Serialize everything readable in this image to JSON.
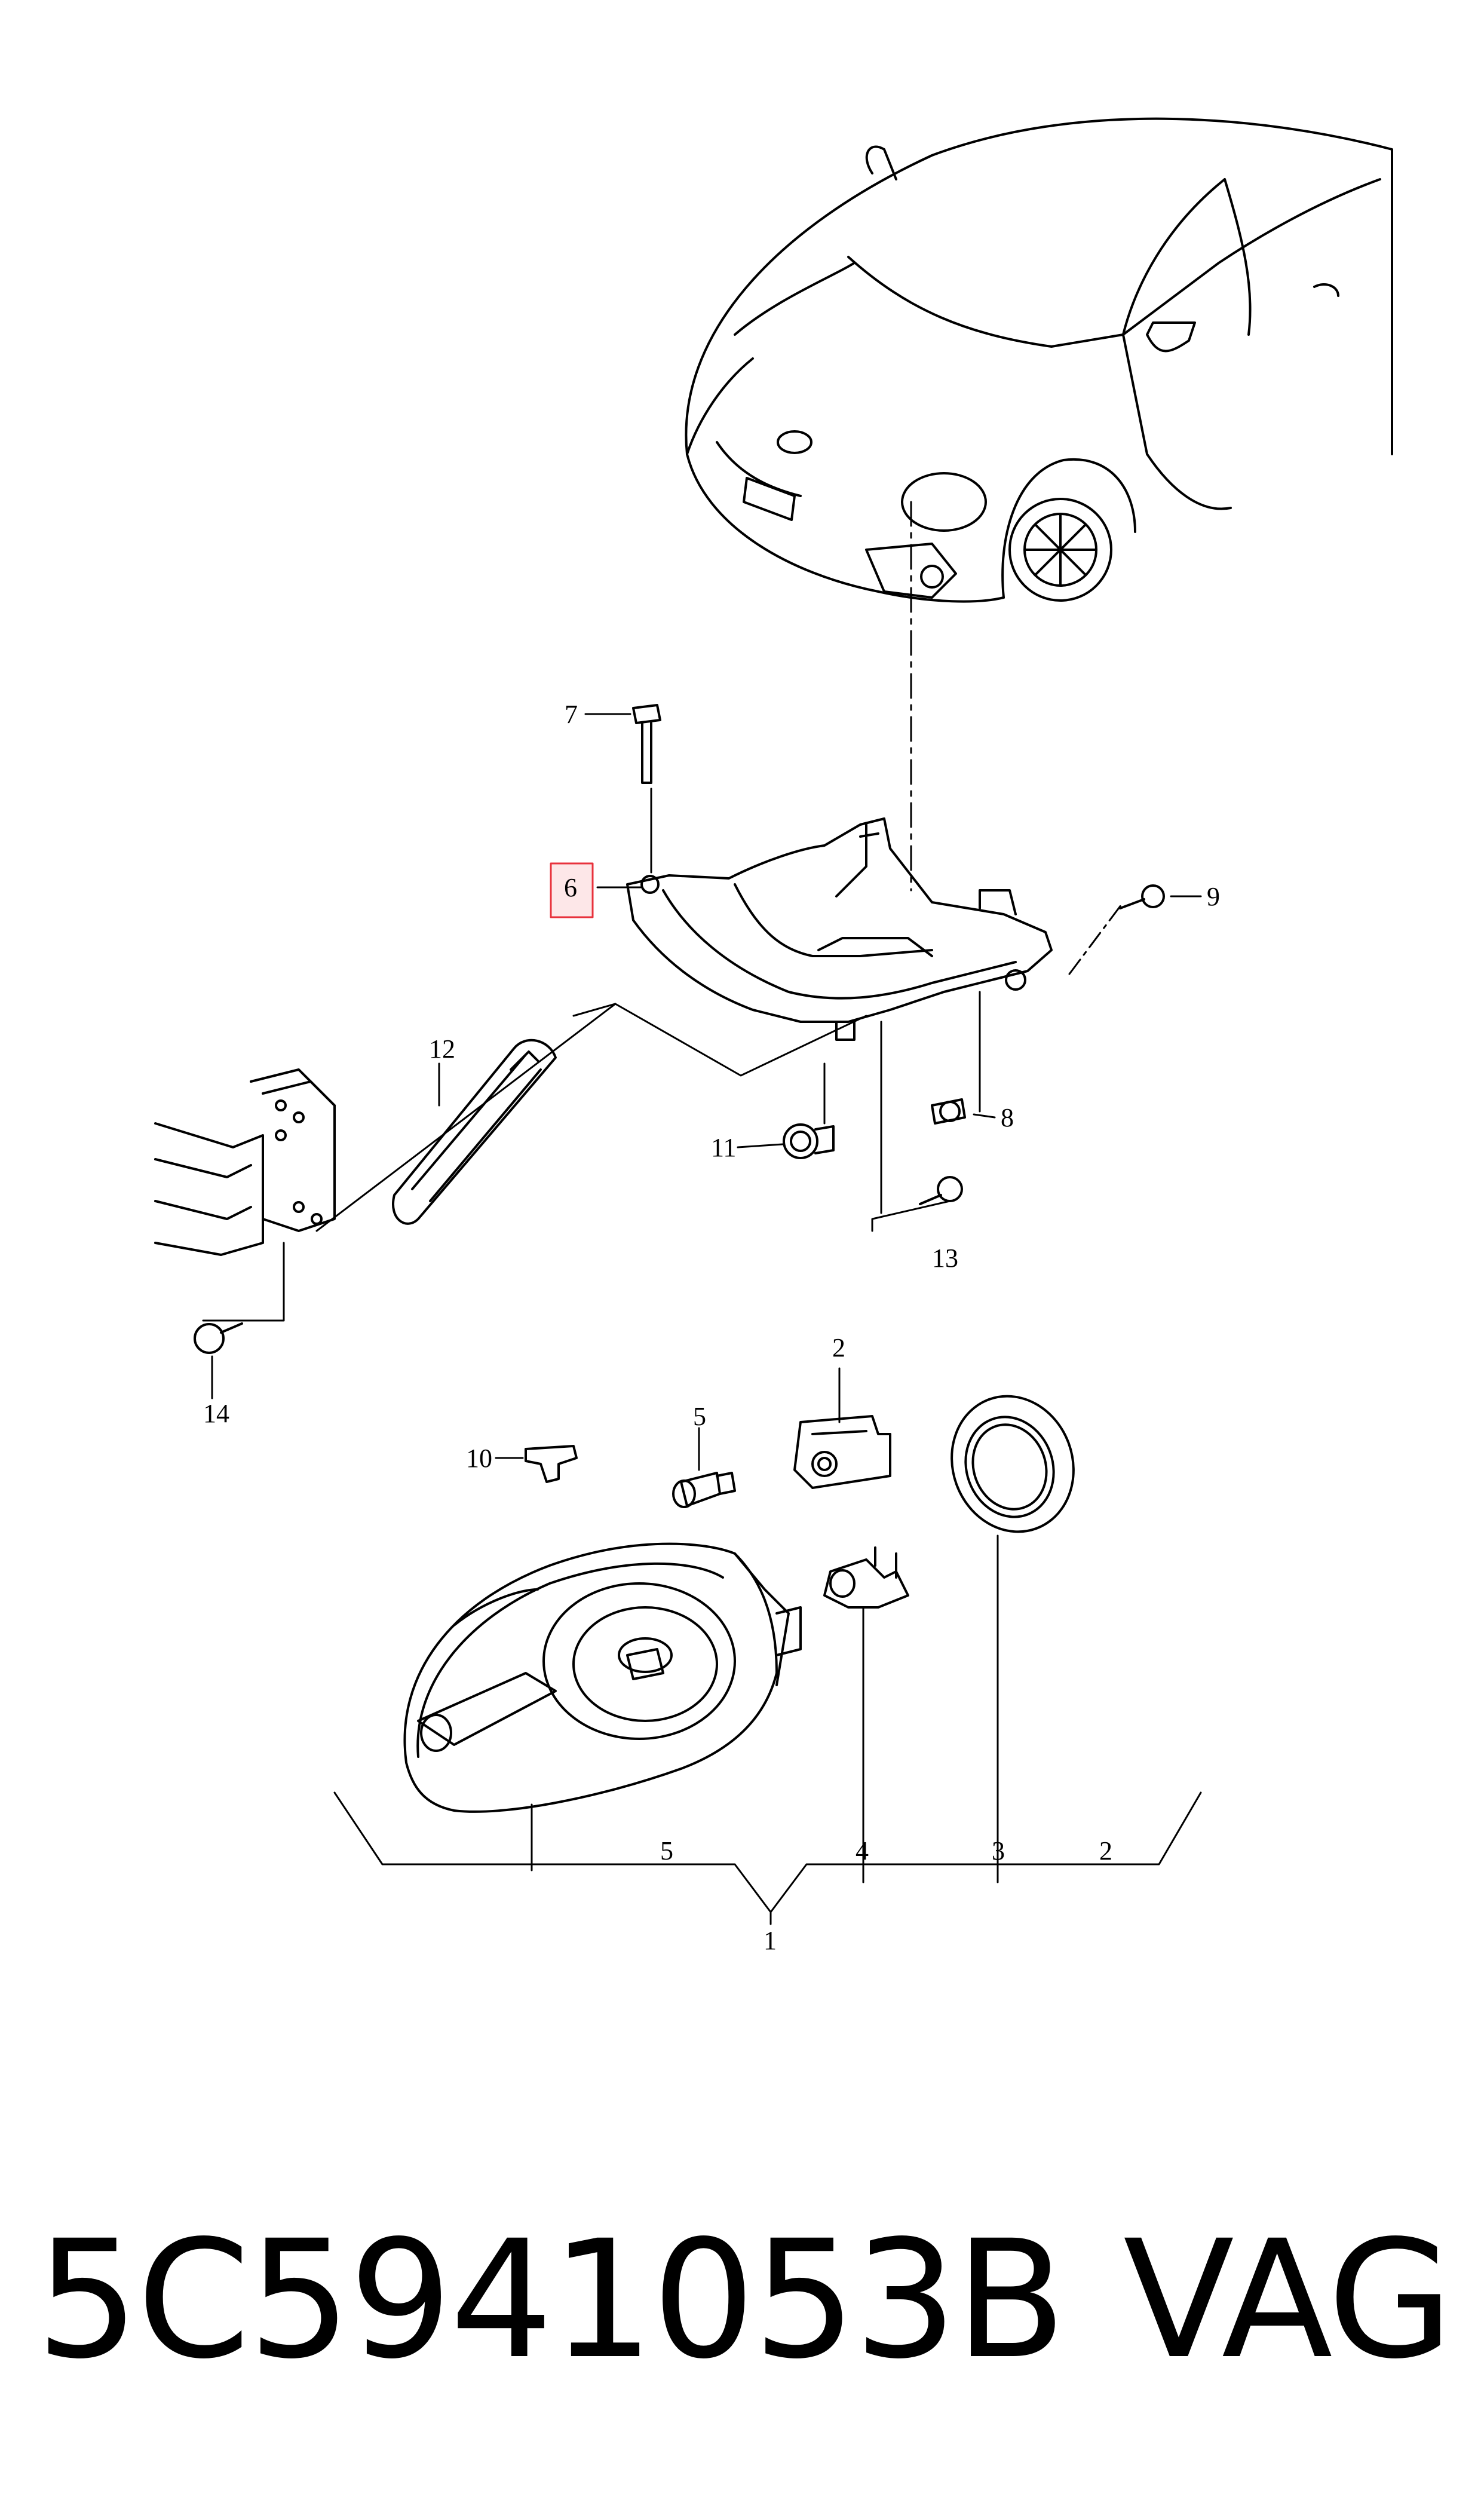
{
  "labels": {
    "l1": "1",
    "l2a": "2",
    "l2b": "2",
    "l3": "3",
    "l4": "4",
    "l5a": "5",
    "l5b": "5",
    "l6": "6",
    "l7": "7",
    "l8": "8",
    "l9": "9",
    "l10": "10",
    "l11": "11",
    "l12": "12",
    "l13": "13",
    "l14": "14"
  },
  "highlight_color": "#e8323c",
  "footer": {
    "part_number": "5C5941053B",
    "brand": "VAG"
  }
}
